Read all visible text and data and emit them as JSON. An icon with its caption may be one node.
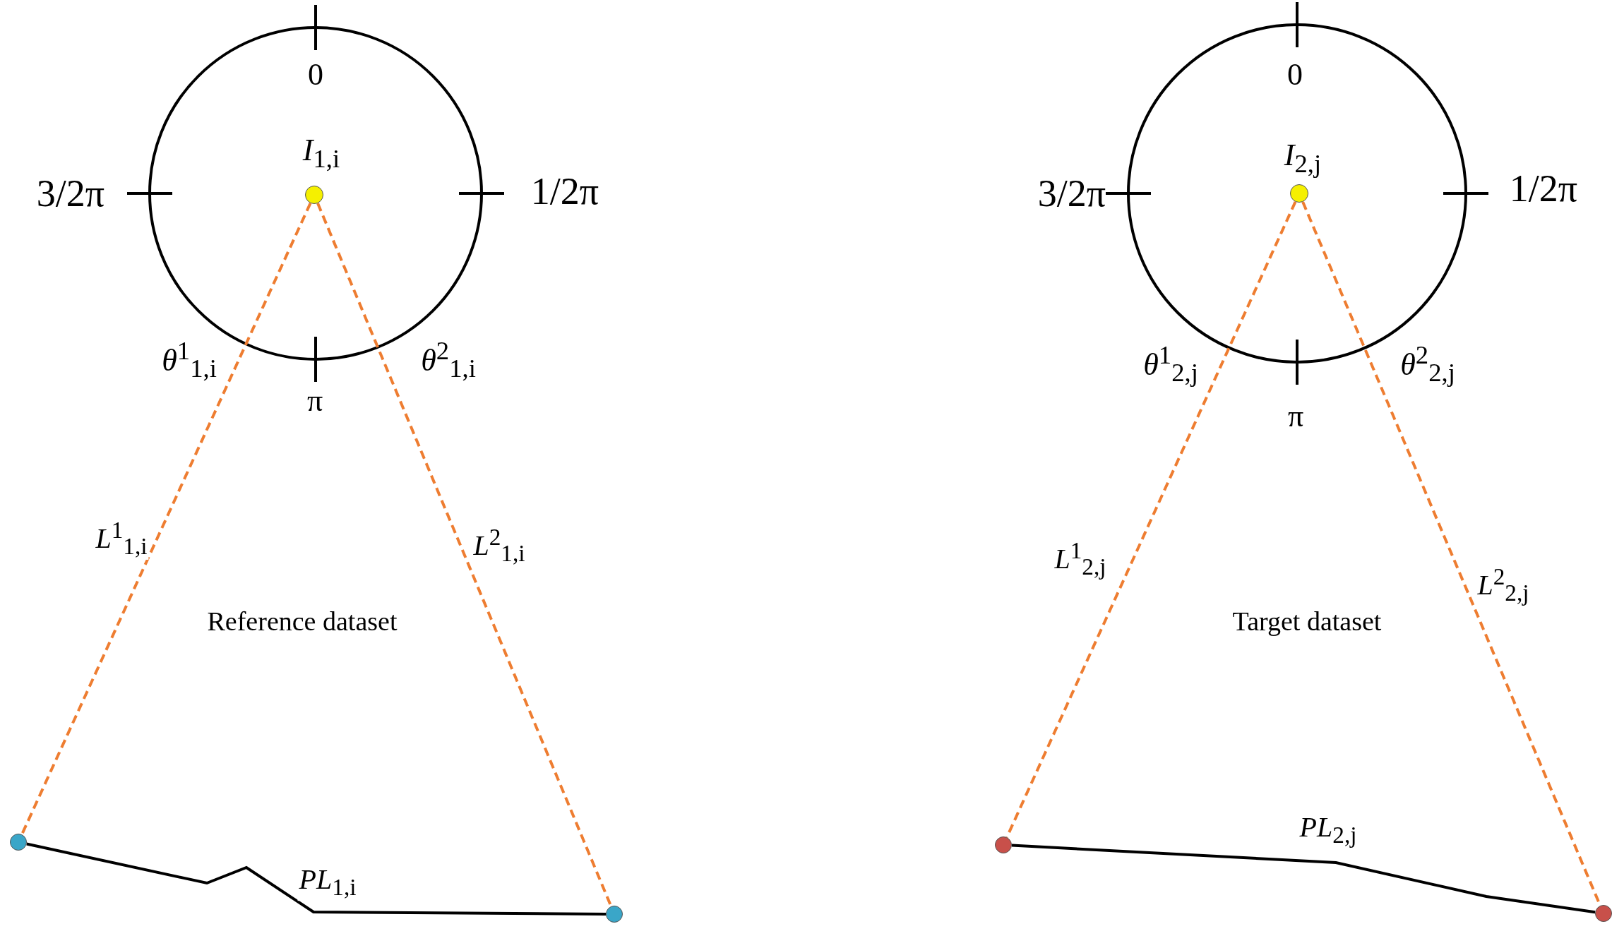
{
  "diagram": {
    "nodes": [
      {
        "text": [],
        "shape": "circle",
        "beside": [
          "*I*$_{1,i}$"
        ]
      },
      {
        "text": [],
        "shape": "circle"
      },
      {
        "text": [],
        "shape": "circle"
      },
      {
        "text": [],
        "shape": "circle",
        "beside": [
          "*I*$_{2,j}$"
        ]
      },
      {
        "text": [],
        "shape": "circle"
      },
      {
        "text": [],
        "shape": "circle"
      }
    ],
    "edges": [
      {
        "from": 0,
        "to": 1,
        "arrow": "none",
        "style": "dashed",
        "color": "#ee7d31",
        "label": "*L*$^{1}$$_{1,i}$"
      },
      {
        "from": 0,
        "to": 2,
        "arrow": "none",
        "style": "dashed",
        "color": "#ee7d31",
        "label": "*L*$^{2}$$_{1,i}$"
      },
      {
        "from": 1,
        "to": 2,
        "arrow": "none",
        "color": "#000000",
        "label": "*PL*$_{1,i}$"
      },
      {
        "from": 3,
        "to": 4,
        "arrow": "none",
        "style": "dashed",
        "color": "#ee7d31",
        "label": "*L*$^{1}$$_{2,j}$"
      },
      {
        "from": 3,
        "to": 5,
        "arrow": "none",
        "style": "dashed",
        "color": "#ee7d31",
        "label": "*L*$^{2}$$_{2,j}$"
      },
      {
        "from": 4,
        "to": 5,
        "arrow": "none",
        "color": "#000000",
        "label": "*PL*$_{2,j}$"
      }
    ],
    "labels": [
      "0",
      "3/2π",
      "1/2π",
      "*θ*$^{1}$$_{1,i}$",
      "π",
      "*θ*$^{2}$$_{1,i}$",
      "Reference dataset",
      "0",
      "3/2π",
      "1/2π",
      "*θ*$^{1}$$_{2,j}$",
      "π",
      "*θ*$^{2}$$_{2,j}$",
      "Target dataset"
    ]
  }
}
